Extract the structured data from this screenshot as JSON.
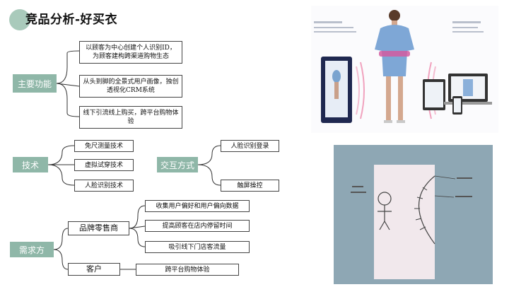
{
  "header": {
    "title": "竞品分析-好买衣"
  },
  "sections": {
    "main_functions": {
      "label": "主要功能",
      "items": [
        "以顾客为中心创建个人识别ID，为顾客建构跨渠道购物生态",
        "从头到脚的全景式用户画像，独创透视化CRM系统",
        "线下引流线上购买，跨平台购物体验"
      ]
    },
    "technology": {
      "label": "技术",
      "items": [
        "免尺测量技术",
        "虚拟试穿技术",
        "人脸识别技术"
      ]
    },
    "interaction": {
      "label": "交互方式",
      "items": [
        "人脸识别登录",
        "触屏操控"
      ]
    },
    "demand": {
      "label": "需求方",
      "brand": {
        "label": "品牌零售商",
        "items": [
          "收集用户偏好和用户偏向数据",
          "提高顾客在店内停留时间",
          "吸引线下门店客流量"
        ]
      },
      "customer": {
        "label": "客户",
        "items": [
          "跨平台购物体验"
        ]
      }
    }
  },
  "colors": {
    "category": "#8fb7a8",
    "accent_circle": "#a9cabb",
    "sketch_bg": "#8ea7b4"
  }
}
